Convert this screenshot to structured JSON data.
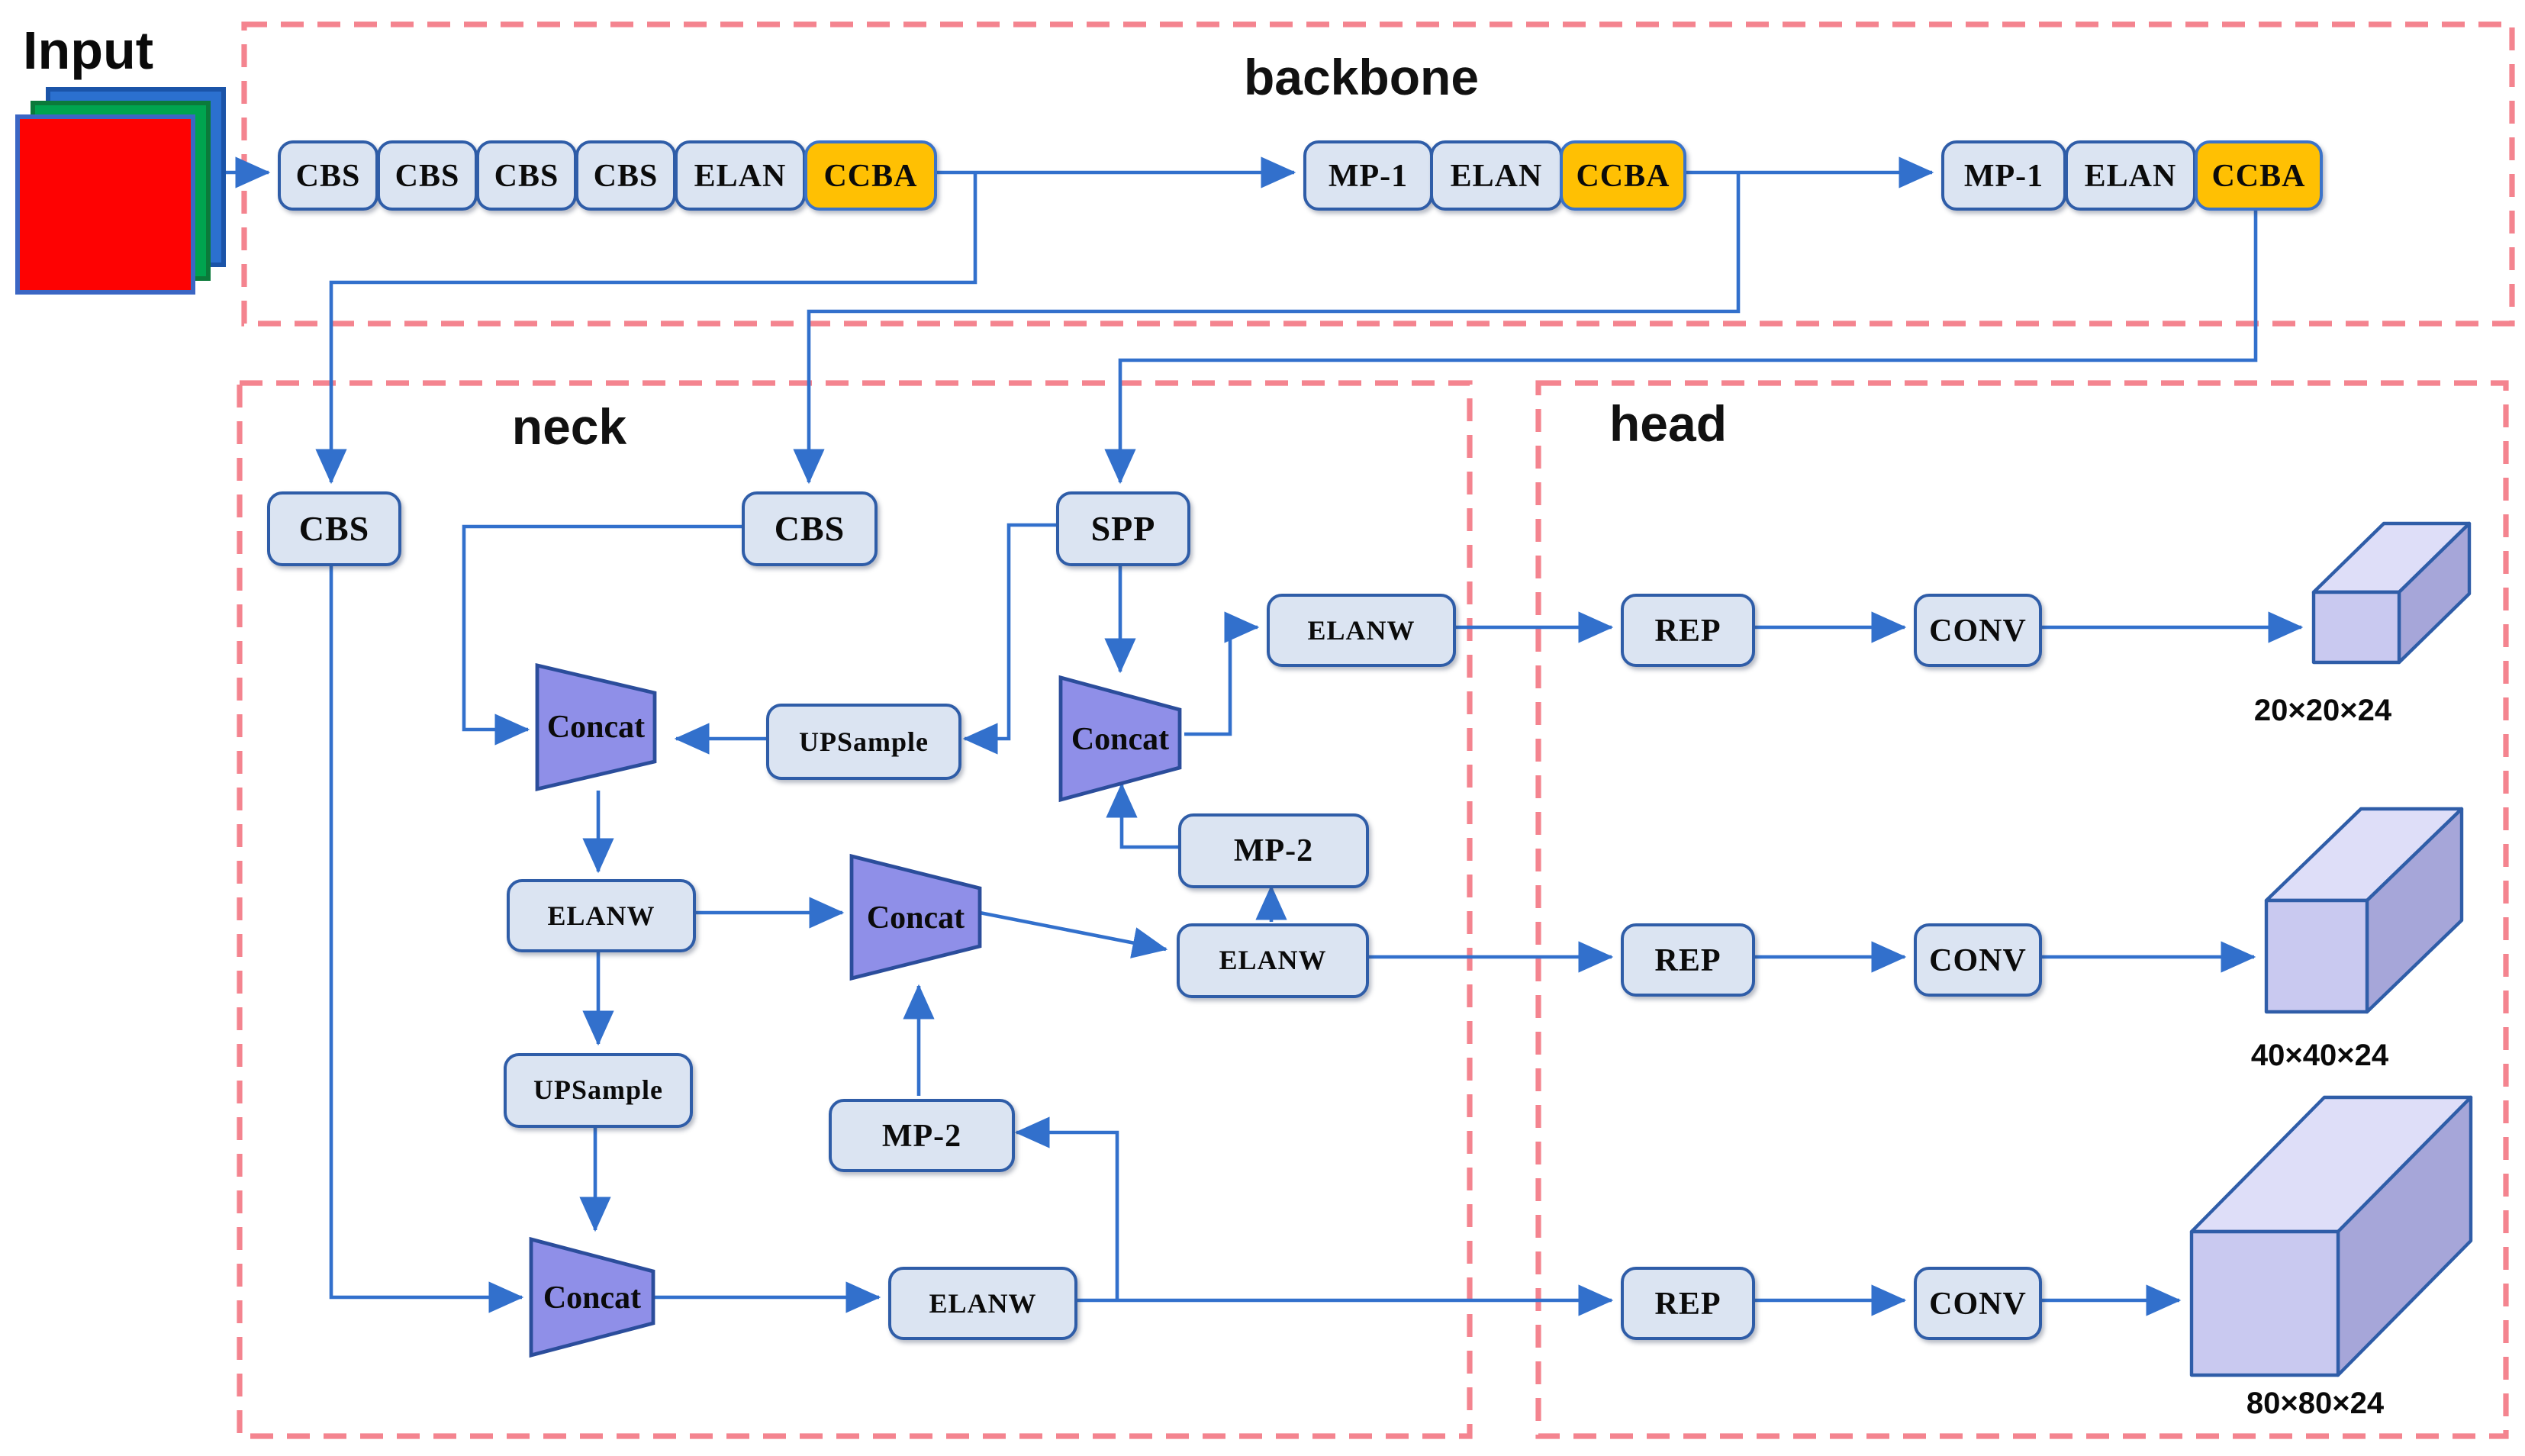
{
  "figure": {
    "input_label": "Input",
    "sections": {
      "backbone": "backbone",
      "neck": "neck",
      "head": "head"
    },
    "backbone": {
      "stage1": [
        "CBS",
        "CBS",
        "CBS",
        "CBS",
        "ELAN",
        "CCBA"
      ],
      "stage2": [
        "MP-1",
        "ELAN",
        "CCBA"
      ],
      "stage3": [
        "MP-1",
        "ELAN",
        "CCBA"
      ]
    },
    "neck": {
      "cbs_left": "CBS",
      "cbs_mid": "CBS",
      "spp": "SPP",
      "elanw_top": "ELANW",
      "upsample_top": "UPSample",
      "concat_top_left": "Concat",
      "concat_below_spp": "Concat",
      "mp2_upper": "MP-2",
      "elanw_mid": "ELANW",
      "concat_mid": "Concat",
      "elanw_right": "ELANW",
      "upsample_lower": "UPSample",
      "mp2_lower": "MP-2",
      "concat_bottom": "Concat",
      "elanw_bottom": "ELANW"
    },
    "head": {
      "rep_label": "REP",
      "conv_label": "CONV",
      "output_sizes": [
        "20×20×24",
        "40×40×24",
        "80×80×24"
      ]
    },
    "colors": {
      "line": "#3270cc",
      "node_fill": "#dbe4f2",
      "node_border": "#2f5da8",
      "ccba_fill": "#ffc003",
      "concat_fill": "#8f8fe8",
      "concat_border": "#2b4d9b",
      "cuboid_front": "#c9c9f0",
      "cuboid_top": "#dedef8",
      "cuboid_side": "#a6a6d9",
      "frame_pink": "#f4848f",
      "input_red": "#fe0202",
      "input_green": "#00a44f",
      "input_blue": "#2b70cf"
    }
  }
}
